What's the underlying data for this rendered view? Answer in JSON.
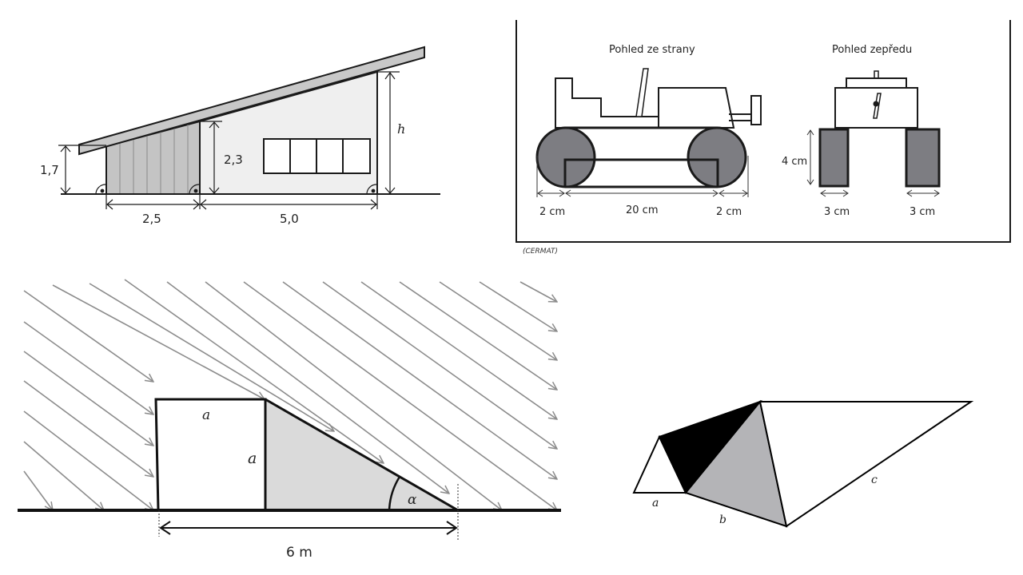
{
  "house": {
    "labels": {
      "left_height": "1,7",
      "mid_height": "2,3",
      "right_height": "h",
      "left_width": "2,5",
      "right_width": "5,0"
    },
    "colors": {
      "roof": "#c8c8c8",
      "shed": "#c4c4c4",
      "wall": "#efefef",
      "line": "#1a1a1a"
    }
  },
  "bulldozer": {
    "side_title": "Pohled ze strany",
    "front_title": "Pohled zepředu",
    "side_dims": [
      "2 cm",
      "20 cm",
      "2 cm"
    ],
    "front_height": "4 cm",
    "front_widths": [
      "3 cm",
      "3 cm"
    ],
    "source": "(CERMAT)",
    "colors": {
      "track": "#7d7d82",
      "frame": "#1a1a1a"
    }
  },
  "shadow": {
    "labels": {
      "square_top": "a",
      "square_side": "a",
      "angle": "α",
      "base": "6 m"
    },
    "colors": {
      "rays": "#8c8c8c",
      "shadow": "#dadada",
      "line": "#111111"
    }
  },
  "triangles": {
    "labels": {
      "a": "a",
      "b": "b",
      "c": "c"
    },
    "colors": {
      "black": "#000000",
      "gray": "#b4b4b7",
      "white": "#ffffff"
    }
  }
}
